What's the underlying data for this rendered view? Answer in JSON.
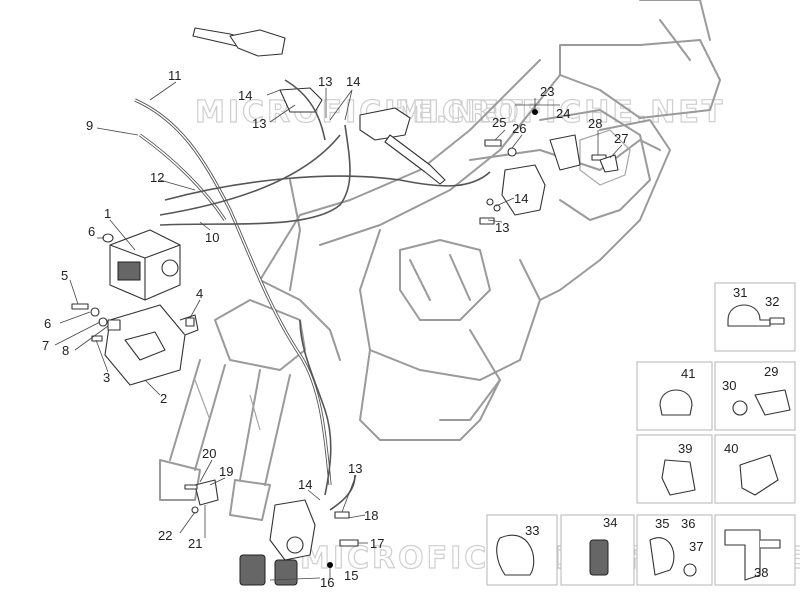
{
  "watermark": "MICROFICHE.NET",
  "callouts": [
    {
      "id": "1",
      "text": "1"
    },
    {
      "id": "2",
      "text": "2"
    },
    {
      "id": "3",
      "text": "3"
    },
    {
      "id": "4",
      "text": "4"
    },
    {
      "id": "5",
      "text": "5"
    },
    {
      "id": "6a",
      "text": "6"
    },
    {
      "id": "6b",
      "text": "6"
    },
    {
      "id": "7",
      "text": "7"
    },
    {
      "id": "8",
      "text": "8"
    },
    {
      "id": "9",
      "text": "9"
    },
    {
      "id": "10",
      "text": "10"
    },
    {
      "id": "11",
      "text": "11"
    },
    {
      "id": "12",
      "text": "12"
    },
    {
      "id": "13a",
      "text": "13"
    },
    {
      "id": "13b",
      "text": "13"
    },
    {
      "id": "13c",
      "text": "13"
    },
    {
      "id": "13d",
      "text": "13"
    },
    {
      "id": "14a",
      "text": "14"
    },
    {
      "id": "14b",
      "text": "14"
    },
    {
      "id": "14c",
      "text": "14"
    },
    {
      "id": "14d",
      "text": "14"
    },
    {
      "id": "15",
      "text": "15"
    },
    {
      "id": "16",
      "text": "16"
    },
    {
      "id": "17",
      "text": "17"
    },
    {
      "id": "18",
      "text": "18"
    },
    {
      "id": "19",
      "text": "19"
    },
    {
      "id": "20",
      "text": "20"
    },
    {
      "id": "21",
      "text": "21"
    },
    {
      "id": "22",
      "text": "22"
    },
    {
      "id": "23",
      "text": "23"
    },
    {
      "id": "24",
      "text": "24"
    },
    {
      "id": "25",
      "text": "25"
    },
    {
      "id": "26",
      "text": "26"
    },
    {
      "id": "27",
      "text": "27"
    },
    {
      "id": "28",
      "text": "28"
    },
    {
      "id": "29",
      "text": "29"
    },
    {
      "id": "30",
      "text": "30"
    },
    {
      "id": "31",
      "text": "31"
    },
    {
      "id": "32",
      "text": "32"
    },
    {
      "id": "33",
      "text": "33"
    },
    {
      "id": "34",
      "text": "34"
    },
    {
      "id": "35",
      "text": "35"
    },
    {
      "id": "36",
      "text": "36"
    },
    {
      "id": "37",
      "text": "37"
    },
    {
      "id": "38",
      "text": "38"
    },
    {
      "id": "39",
      "text": "39"
    },
    {
      "id": "40",
      "text": "40"
    },
    {
      "id": "41",
      "text": "41"
    }
  ]
}
